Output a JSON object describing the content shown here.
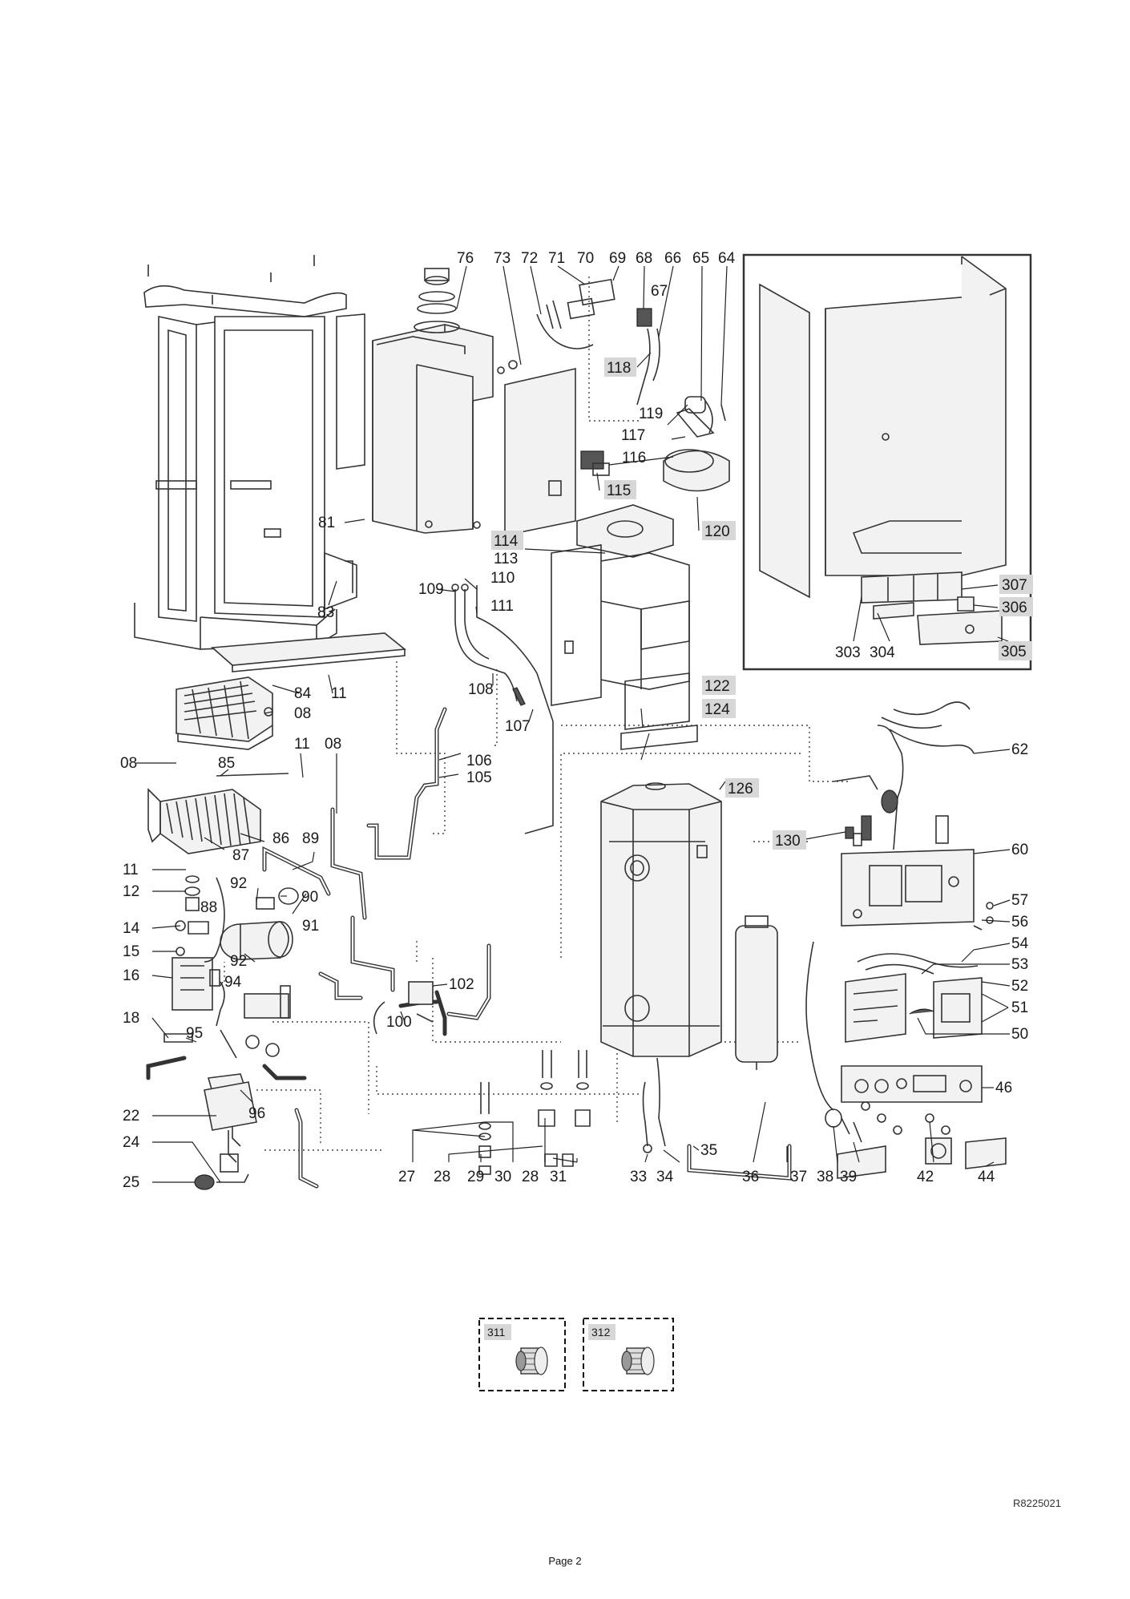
{
  "page": {
    "number_label": "Page 2",
    "reference": "R8225021"
  },
  "part_labels": {
    "p76": "76",
    "p73": "73",
    "p72": "72",
    "p71": "71",
    "p70": "70",
    "p69": "69",
    "p68": "68",
    "p66": "66",
    "p65": "65",
    "p64": "64",
    "p67": "67",
    "p118": "118",
    "p119": "119",
    "p117": "117",
    "p116": "116",
    "p115": "115",
    "p120": "120",
    "p114": "114",
    "p113": "113",
    "p110": "110",
    "p109": "109",
    "p111": "111",
    "p81": "81",
    "p83": "83",
    "p84": "84",
    "p11a": "11",
    "p08a": "08",
    "p108": "108",
    "p107": "107",
    "p122": "122",
    "p124": "124",
    "p08b": "08",
    "p85": "85",
    "p11b": "11",
    "p08c": "08",
    "p106": "106",
    "p105": "105",
    "p126": "126",
    "p62": "62",
    "p130": "130",
    "p60": "60",
    "p86": "86",
    "p87": "87",
    "p89": "89",
    "p11c": "11",
    "p12": "12",
    "p92a": "92",
    "p88": "88",
    "p90": "90",
    "p91": "91",
    "p14": "14",
    "p15": "15",
    "p92b": "92",
    "p16": "16",
    "p94": "94",
    "p102": "102",
    "p100": "100",
    "p57": "57",
    "p56": "56",
    "p54": "54",
    "p53": "53",
    "p52": "52",
    "p51": "51",
    "p50": "50",
    "p18": "18",
    "p95": "95",
    "p96": "96",
    "p46": "46",
    "p22": "22",
    "p24": "24",
    "p35": "35",
    "p25": "25",
    "p27": "27",
    "p28a": "28",
    "p29": "29",
    "p30": "30",
    "p28b": "28",
    "p31": "31",
    "p33": "33",
    "p34": "34",
    "p36": "36",
    "p37": "37",
    "p38": "38",
    "p39": "39",
    "p42": "42",
    "p44": "44",
    "p307": "307",
    "p306": "306",
    "p303": "303",
    "p304": "304",
    "p305": "305",
    "p311": "311",
    "p312": "312"
  }
}
